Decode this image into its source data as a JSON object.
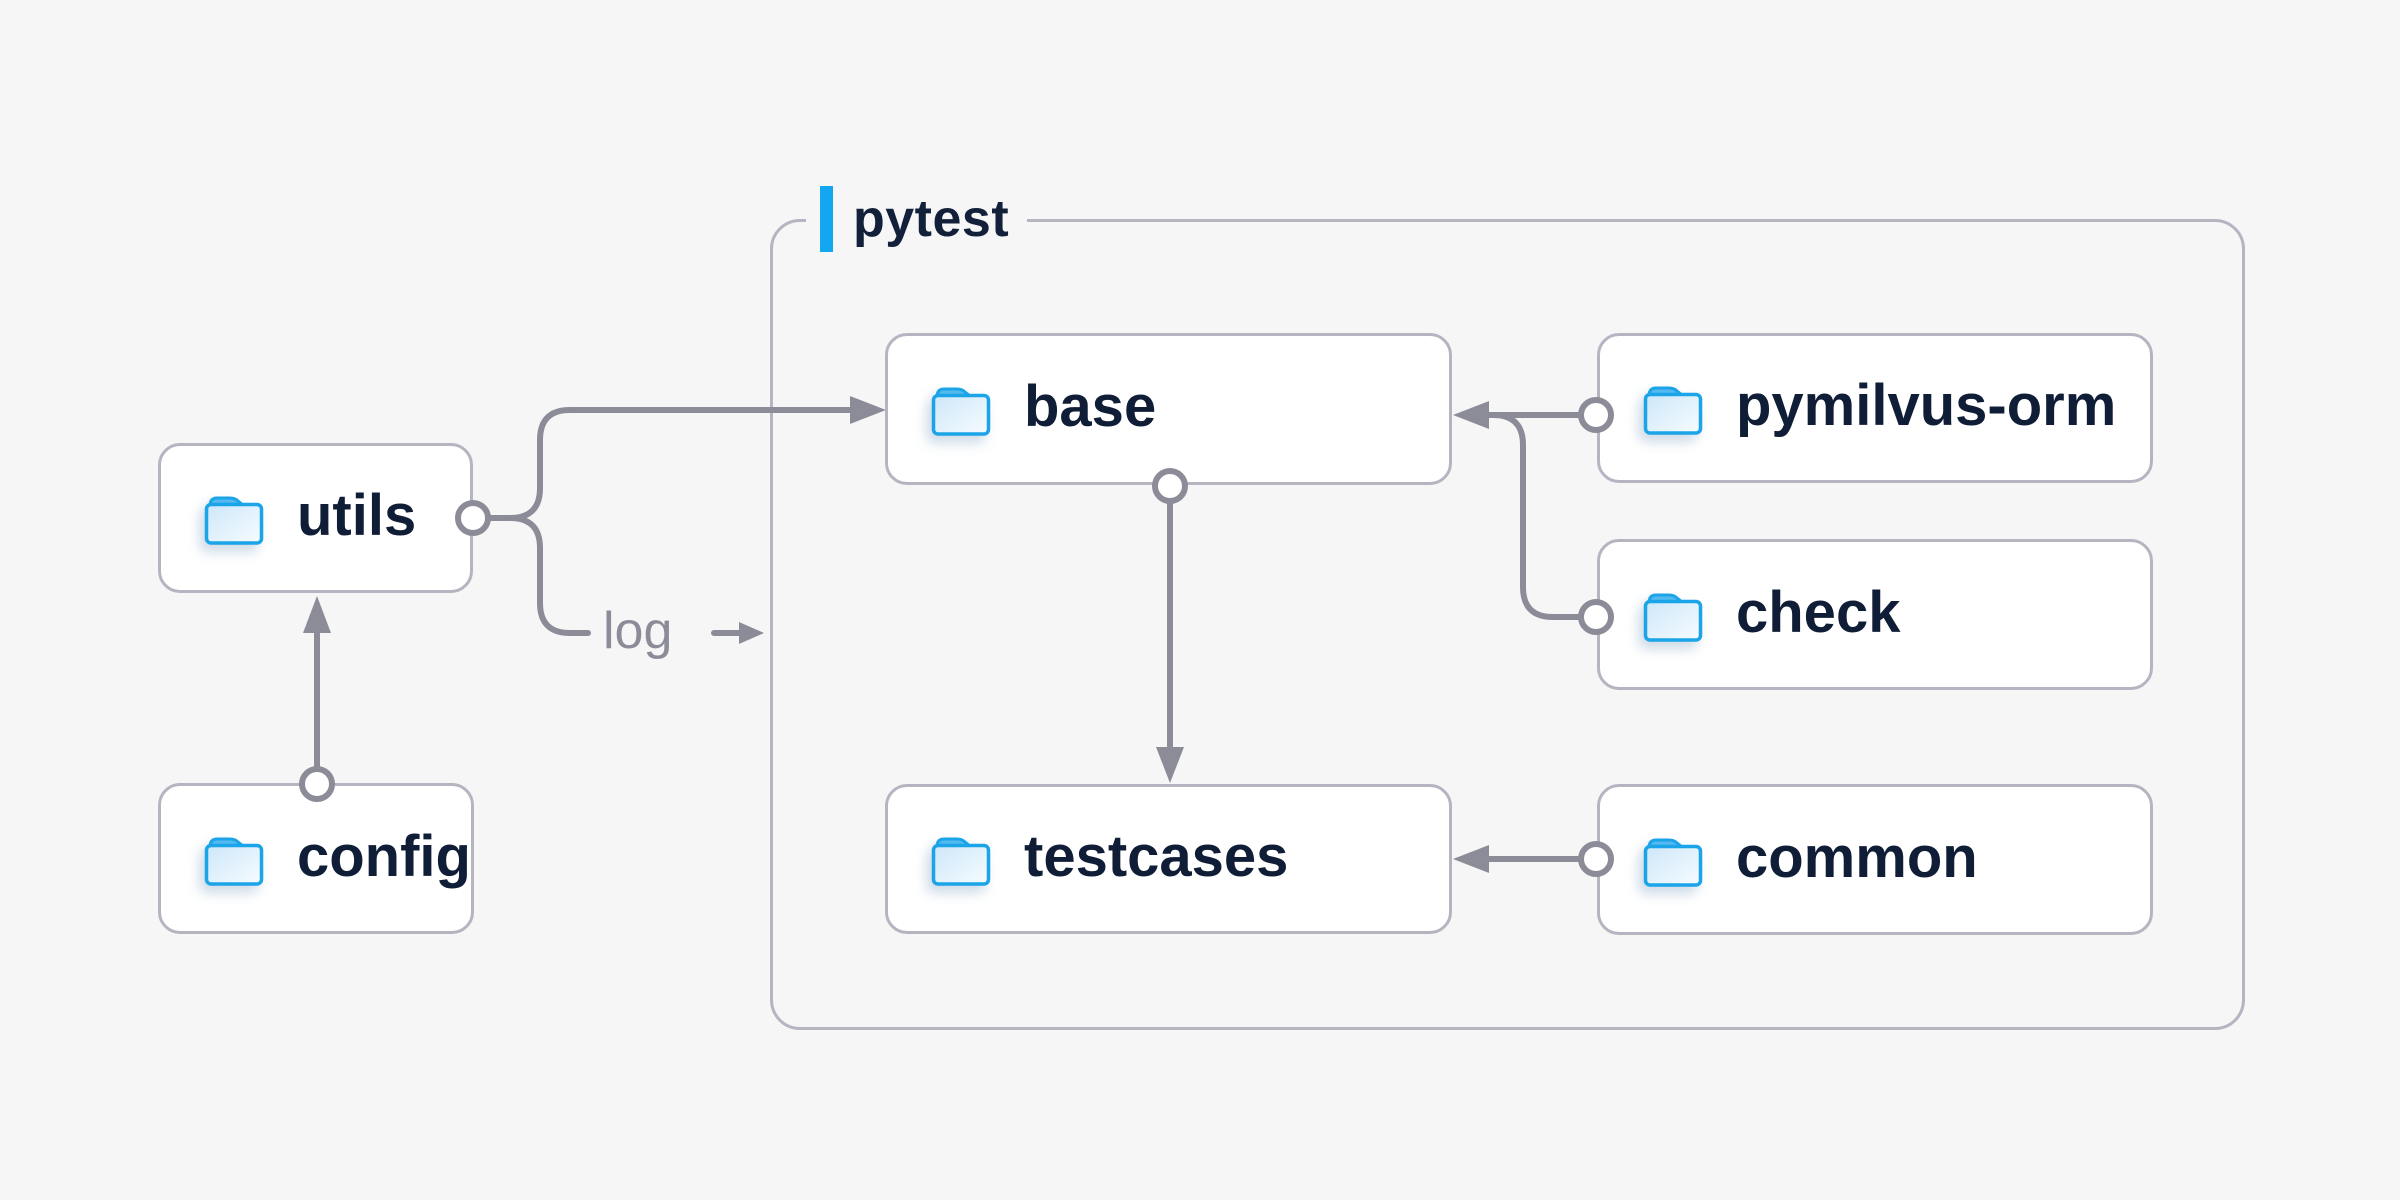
{
  "diagram": {
    "title_group": {
      "label": "pytest"
    },
    "nodes": [
      {
        "id": "utils",
        "label": "utils",
        "icon": "folder-icon"
      },
      {
        "id": "config",
        "label": "config",
        "icon": "folder-icon"
      },
      {
        "id": "base",
        "label": "base",
        "icon": "folder-icon"
      },
      {
        "id": "pymilvus-orm",
        "label": "pymilvus-orm",
        "icon": "folder-icon"
      },
      {
        "id": "check",
        "label": "check",
        "icon": "folder-icon"
      },
      {
        "id": "testcases",
        "label": "testcases",
        "icon": "folder-icon"
      },
      {
        "id": "common",
        "label": "common",
        "icon": "folder-icon"
      }
    ],
    "edges": [
      {
        "from": "config",
        "to": "utils",
        "style": "arrow"
      },
      {
        "from": "utils",
        "to": "base",
        "style": "arrow"
      },
      {
        "from": "utils",
        "to": "pytest",
        "style": "arrow",
        "label": "log"
      },
      {
        "from": "pymilvus-orm",
        "to": "base",
        "style": "arrow"
      },
      {
        "from": "check",
        "to": "base",
        "style": "arrow"
      },
      {
        "from": "base",
        "to": "testcases",
        "style": "arrow"
      },
      {
        "from": "common",
        "to": "testcases",
        "style": "arrow"
      }
    ],
    "edge_label": {
      "text": "log"
    },
    "colors": {
      "background": "#f6f6f7",
      "node_fill": "#ffffff",
      "node_border": "#b5b5c1",
      "group_border": "#b5b5c1",
      "connector": "#8c8c98",
      "node_text": "#101d36",
      "edge_label_text": "#8c8c98",
      "accent_blue": "#12a7ef",
      "folder_stroke": "#1ba4e8"
    }
  }
}
